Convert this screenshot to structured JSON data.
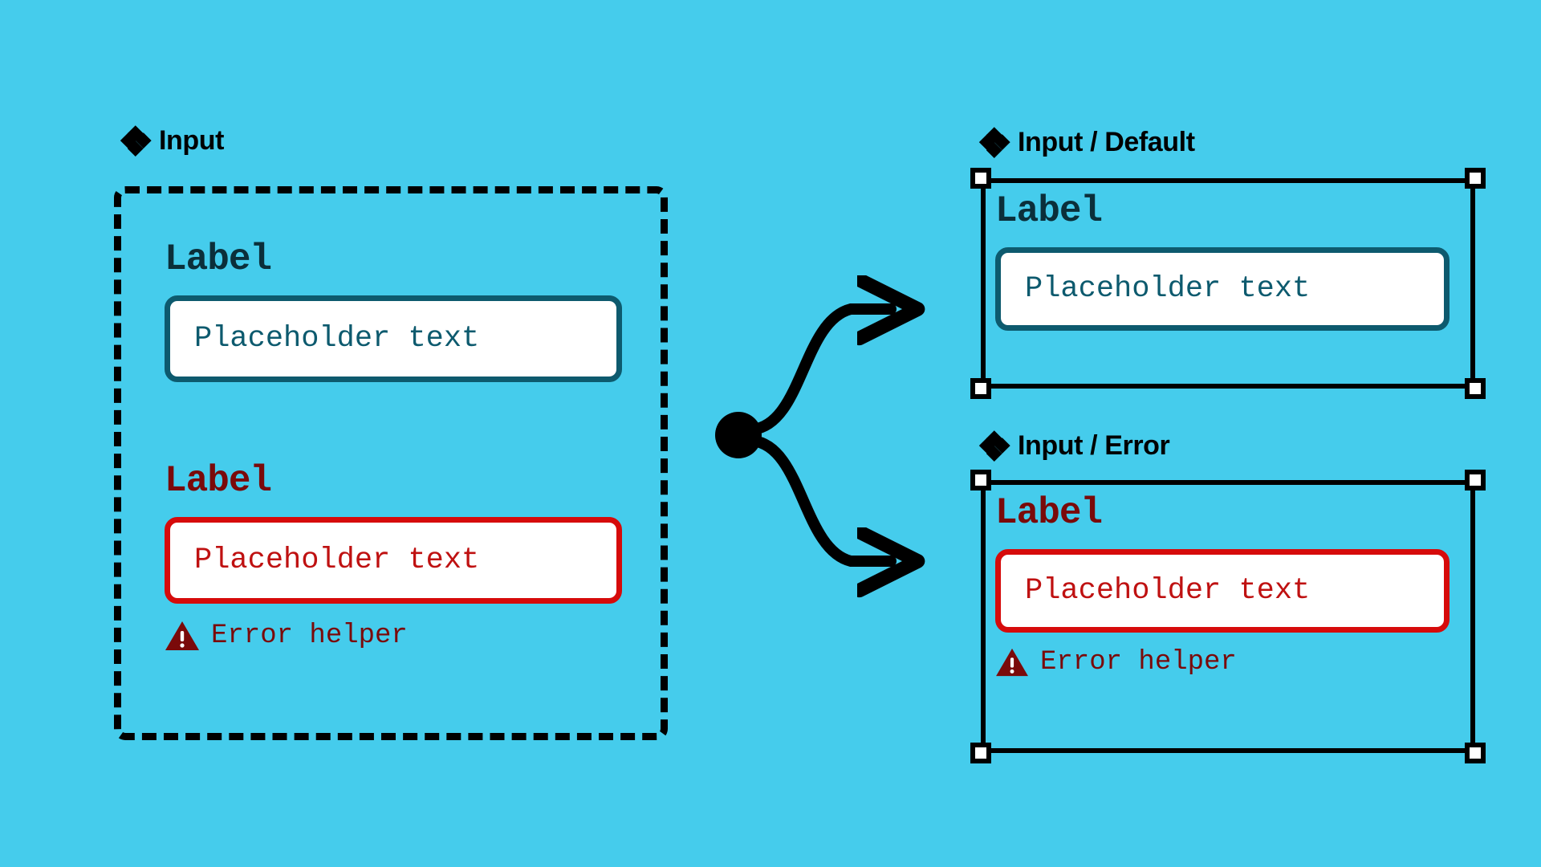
{
  "canvas": {
    "background_color": "#45ccec"
  },
  "component_set": {
    "icon": "component-diamonds-icon",
    "title": "Input",
    "border_style": "dashed",
    "border_color": "#000000",
    "inputs": [
      {
        "state": "default",
        "label": "Label",
        "placeholder": "Placeholder text",
        "label_color": "#0b2f3a",
        "border_color": "#0d5a6e",
        "text_color": "#0d5a6e",
        "field_background": "#ffffff",
        "helper": null
      },
      {
        "state": "error",
        "label": "Label",
        "placeholder": "Placeholder text",
        "label_color": "#7a0a0a",
        "border_color": "#d60b0b",
        "text_color": "#bf1111",
        "field_background": "#ffffff",
        "helper": {
          "icon": "warning-triangle-icon",
          "text": "Error helper",
          "color": "#7a0a0a"
        }
      }
    ]
  },
  "variants": [
    {
      "icon": "component-diamonds-icon",
      "title": "Input / Default",
      "selected": true,
      "label": "Label",
      "placeholder": "Placeholder text",
      "label_color": "#0b2f3a",
      "border_color": "#0d5a6e",
      "text_color": "#0d5a6e",
      "helper": null
    },
    {
      "icon": "component-diamonds-icon",
      "title": "Input / Error",
      "selected": true,
      "label": "Label",
      "placeholder": "Placeholder text",
      "label_color": "#7a0a0a",
      "border_color": "#d60b0b",
      "text_color": "#bf1111",
      "helper": {
        "icon": "warning-triangle-icon",
        "text": "Error helper",
        "color": "#7a0a0a"
      }
    }
  ],
  "connector": {
    "origin_dot": "branch-origin-dot",
    "color": "#000000",
    "branches": [
      {
        "target": "Input / Default"
      },
      {
        "target": "Input / Error"
      }
    ]
  }
}
